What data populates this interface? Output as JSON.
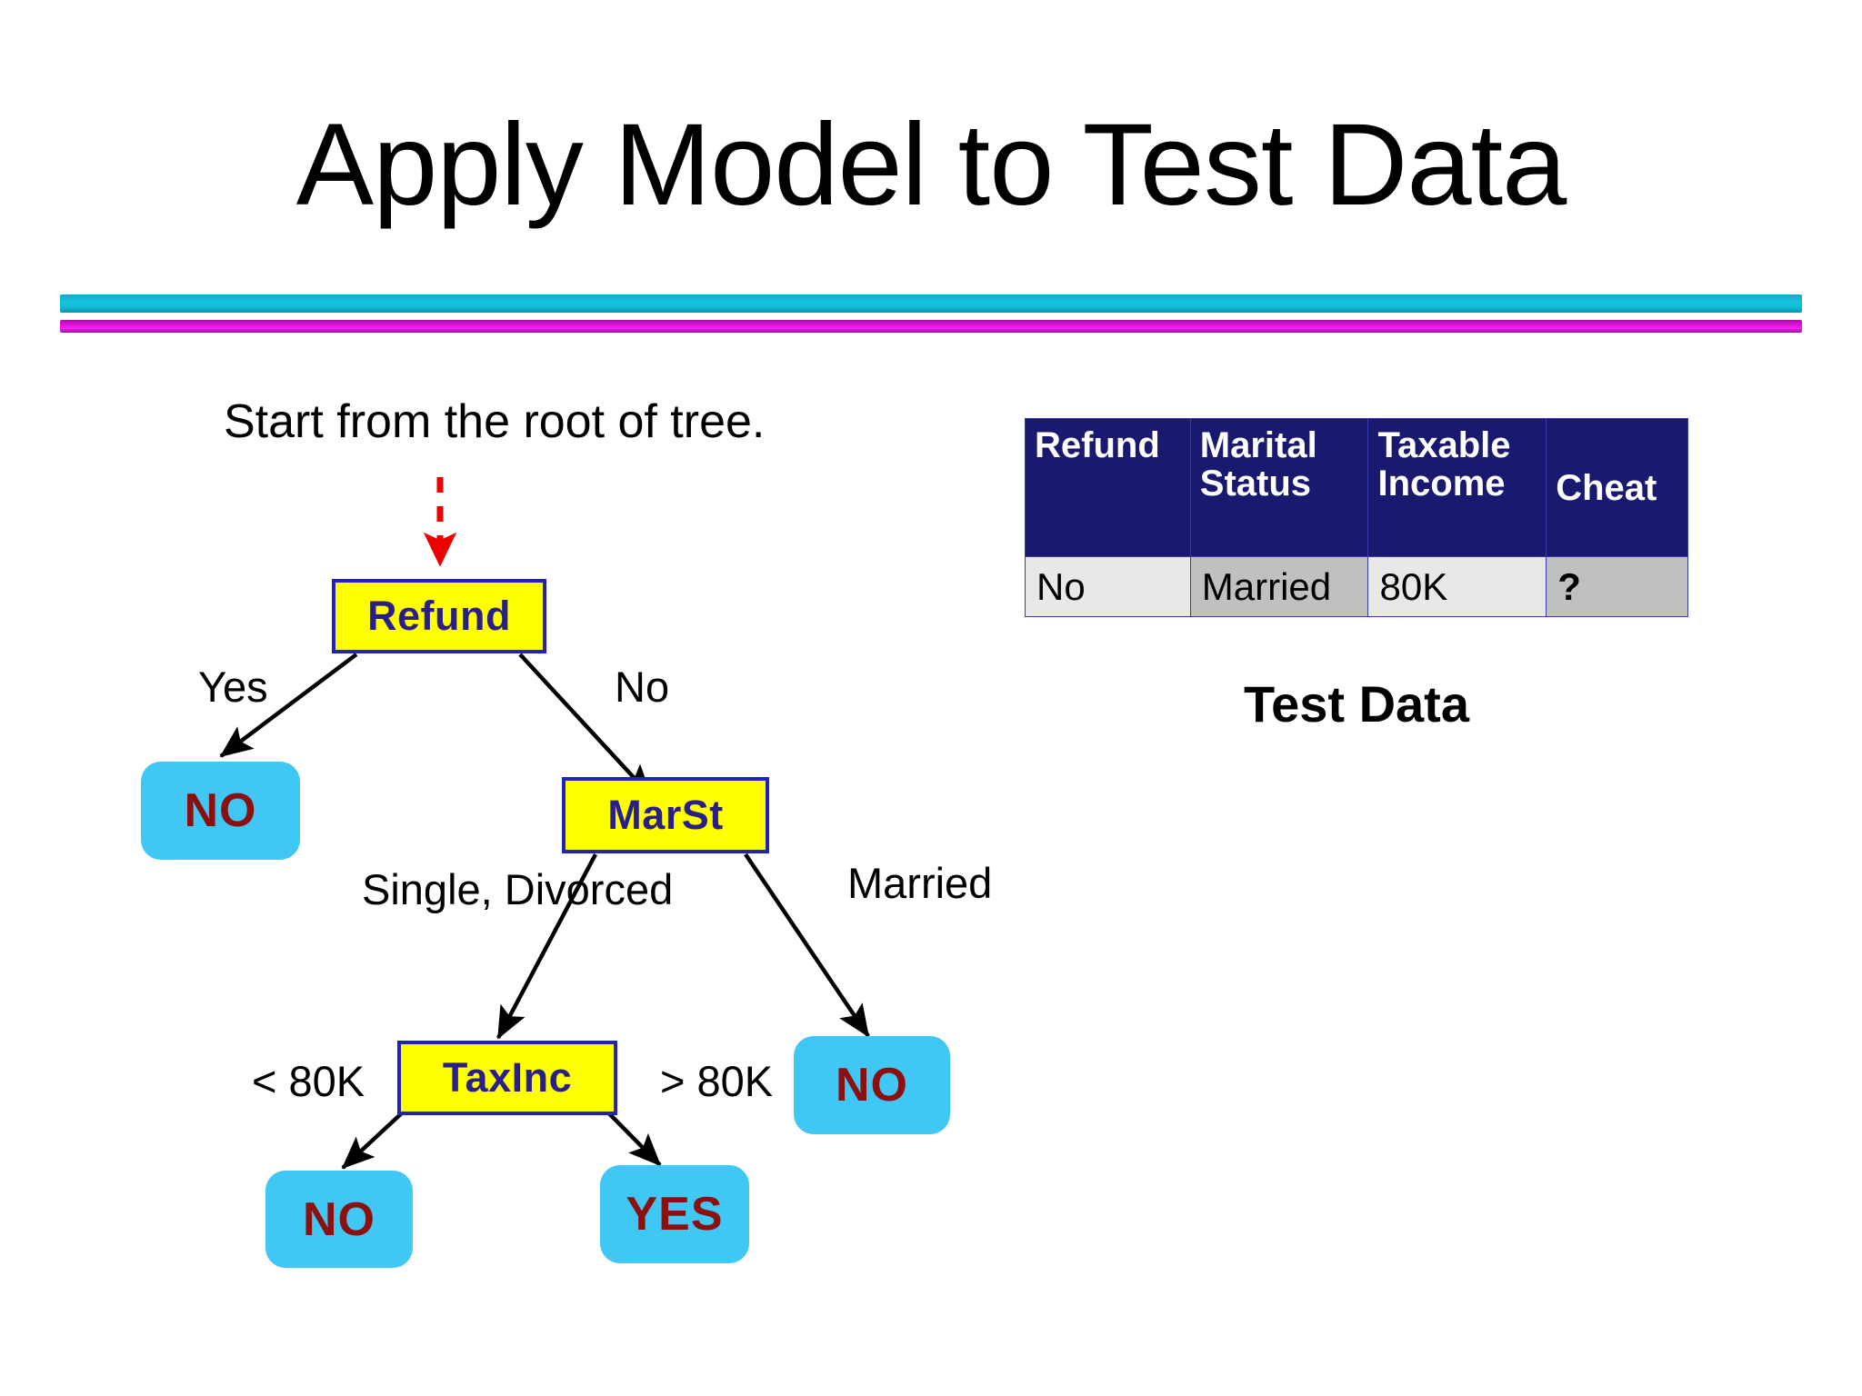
{
  "slide": {
    "title": "Apply Model to Test Data",
    "caption": "Start from the root of tree.",
    "test_data_label": "Test Data"
  },
  "colors": {
    "rule_cyan": "#17c4dd",
    "rule_magenta": "#e913e3",
    "decision_fill": "#ffff00",
    "decision_border": "#2222bb",
    "decision_text": "#2a1f86",
    "leaf_fill": "#40c7f4",
    "leaf_text": "#8b1010",
    "table_header_bg": "#191970",
    "table_cell_light": "#e8e8e8",
    "table_cell_dark": "#c0c0c0",
    "start_arrow": "#ee0000"
  },
  "tree": {
    "nodes": [
      {
        "id": "refund",
        "type": "decision",
        "label": "Refund"
      },
      {
        "id": "leaf_yes_no",
        "type": "leaf",
        "label": "NO"
      },
      {
        "id": "marst",
        "type": "decision",
        "label": "MarSt"
      },
      {
        "id": "taxinc",
        "type": "decision",
        "label": "TaxInc"
      },
      {
        "id": "leaf_married_no",
        "type": "leaf",
        "label": "NO"
      },
      {
        "id": "leaf_lt80k_no",
        "type": "leaf",
        "label": "NO"
      },
      {
        "id": "leaf_gt80k_yes",
        "type": "leaf",
        "label": "YES"
      }
    ],
    "edge_labels": {
      "refund_yes": "Yes",
      "refund_no": "No",
      "marst_single_divorced": "Single, Divorced",
      "marst_married": "Married",
      "taxinc_lt": "< 80K",
      "taxinc_gt": "> 80K"
    }
  },
  "test_table": {
    "headers": [
      "Refund",
      "Marital Status",
      "Taxable Income",
      "Cheat"
    ],
    "header_lines": {
      "refund": "Refund",
      "marital_1": "Marital",
      "marital_2": "Status",
      "taxable_1": "Taxable",
      "taxable_2": "Income",
      "cheat": "Cheat"
    },
    "rows": [
      {
        "refund": "No",
        "marital_status": "Married",
        "taxable_income": "80K",
        "cheat": "?"
      }
    ]
  }
}
